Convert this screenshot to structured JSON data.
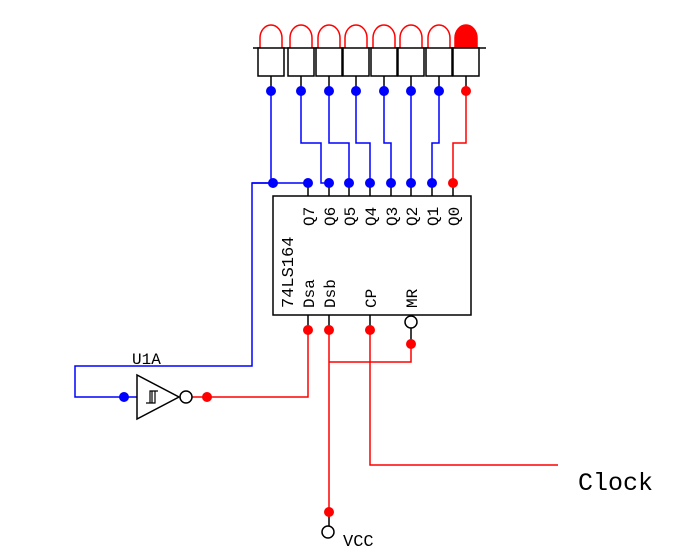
{
  "colors": {
    "active": "#ff0000",
    "inactive": "#0000ff",
    "outline": "#000000",
    "background": "#ffffff"
  },
  "leds": [
    {
      "name": "led-q7",
      "lit": false
    },
    {
      "name": "led-q6",
      "lit": false
    },
    {
      "name": "led-q5",
      "lit": false
    },
    {
      "name": "led-q4",
      "lit": false
    },
    {
      "name": "led-q3",
      "lit": false
    },
    {
      "name": "led-q2",
      "lit": false
    },
    {
      "name": "led-q1",
      "lit": false
    },
    {
      "name": "led-q0",
      "lit": true
    }
  ],
  "chip": {
    "part": "74LS164",
    "outputs": [
      {
        "label": "Q7",
        "state": "low"
      },
      {
        "label": "Q6",
        "state": "low"
      },
      {
        "label": "Q5",
        "state": "low"
      },
      {
        "label": "Q4",
        "state": "low"
      },
      {
        "label": "Q3",
        "state": "low"
      },
      {
        "label": "Q2",
        "state": "low"
      },
      {
        "label": "Q1",
        "state": "low"
      },
      {
        "label": "Q0",
        "state": "high"
      }
    ],
    "inputs": [
      {
        "label": "Dsa",
        "state": "high"
      },
      {
        "label": "Dsb",
        "state": "high"
      },
      {
        "label": "CP",
        "state": "high"
      },
      {
        "label": "MR",
        "state": "high"
      }
    ]
  },
  "inverter": {
    "label": "U1A"
  },
  "clock": {
    "label": "Clock"
  },
  "vcc": {
    "label": "VCC"
  }
}
